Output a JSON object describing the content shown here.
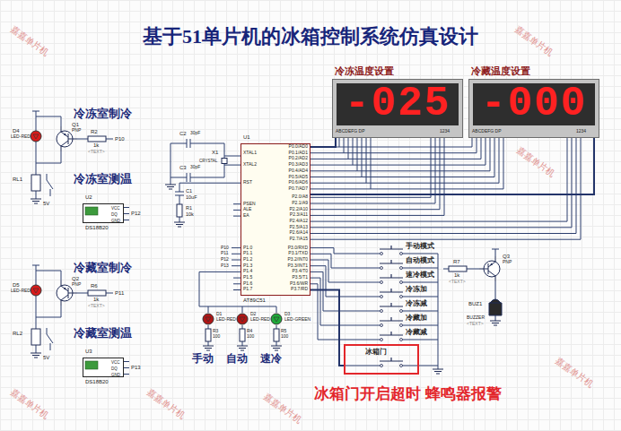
{
  "diagram": {
    "title": "基于51单片机的冰箱控制系统仿真设计",
    "nodes": [
      {
        "text": [
          "冷冻温度设置",
          "-025"
        ]
      },
      {
        "text": [
          "冷藏温度设置",
          "-000"
        ]
      },
      {
        "text": [
          "U1",
          "AT89C51"
        ]
      },
      {
        "text": [
          "U2",
          "DS18B20"
        ]
      },
      {
        "text": [
          "U3",
          "DS18B20"
        ]
      },
      {
        "text": [
          "冰箱门"
        ]
      }
    ],
    "edges": [
      {
        "from": 2,
        "to": 0,
        "arrow": "none"
      },
      {
        "from": 2,
        "to": 1,
        "arrow": "none"
      },
      {
        "from": 2,
        "to": 5,
        "arrow": "none"
      }
    ],
    "labels": [
      "冷冻室制冷",
      "D4",
      "LED-RED",
      "Q1",
      "PNP",
      "R2",
      "1k",
      "<TEXT>",
      "P10",
      "RL1",
      "5V",
      "冷冻室测温",
      "VCC",
      "DQ",
      "GND",
      "P12",
      "冷藏室制冷",
      "D5",
      "LED-RED",
      "Q2",
      "PNP",
      "R6",
      "1k",
      "<TEXT>",
      "P11",
      "RL2",
      "5V",
      "冷藏室测温",
      "VCC",
      "DQ",
      "GND",
      "P13",
      "C2",
      "30pF",
      "C3",
      "30pF",
      "X1",
      "CRYSTAL",
      "C1",
      "10uF",
      "R1",
      "10k",
      "XTAL1",
      "XTAL2",
      "RST",
      "PSEN",
      "ALE",
      "EA",
      "P1.0",
      "P1.1",
      "P1.2",
      "P1.3",
      "P1.4",
      "P1.5",
      "P1.6",
      "P1.7",
      "P0.0/AD0",
      "P0.1/AD1",
      "P0.2/AD2",
      "P0.3/AD3",
      "P0.4/AD4",
      "P0.5/AD5",
      "P0.6/AD6",
      "P0.7/AD7",
      "P2.0/A8",
      "P2.1/A9",
      "P2.2/A10",
      "P2.3/A11",
      "P2.4/A12",
      "P2.5/A13",
      "P2.6/A14",
      "P2.7/A15",
      "P3.0/RXD",
      "P3.1/TXD",
      "P3.2/INT0",
      "P3.3/INT1",
      "P3.4/T0",
      "P3.5/T1",
      "P3.6/WR",
      "P3.7/RD",
      "P10",
      "P11",
      "P12",
      "P13",
      "ABCDEFG DP",
      "1234",
      "ABCDEFG DP",
      "1234",
      "手动模式",
      "自动模式",
      "速冷模式",
      "冷冻加",
      "冷冻减",
      "冷藏加",
      "冷藏减",
      "R7",
      "1k",
      "<TEXT>",
      "Q3",
      "PNP",
      "BUZ1",
      "BUZZER",
      "<TEXT>",
      "D1",
      "LED-RED",
      "D2",
      "LED-RED",
      "D3",
      "LED-GREEN",
      "R3",
      "100",
      "R4",
      "100",
      "R5",
      "100",
      "手动",
      "自动",
      "速冷",
      "冰箱门开启超时 蜂鸣器报警",
      "嘉嘉单片机",
      "嘉嘉单片机",
      "嘉嘉单片机",
      "嘉嘉单片机",
      "嘉嘉单片机",
      "嘉嘉单片机",
      "嘉嘉单片机"
    ]
  }
}
